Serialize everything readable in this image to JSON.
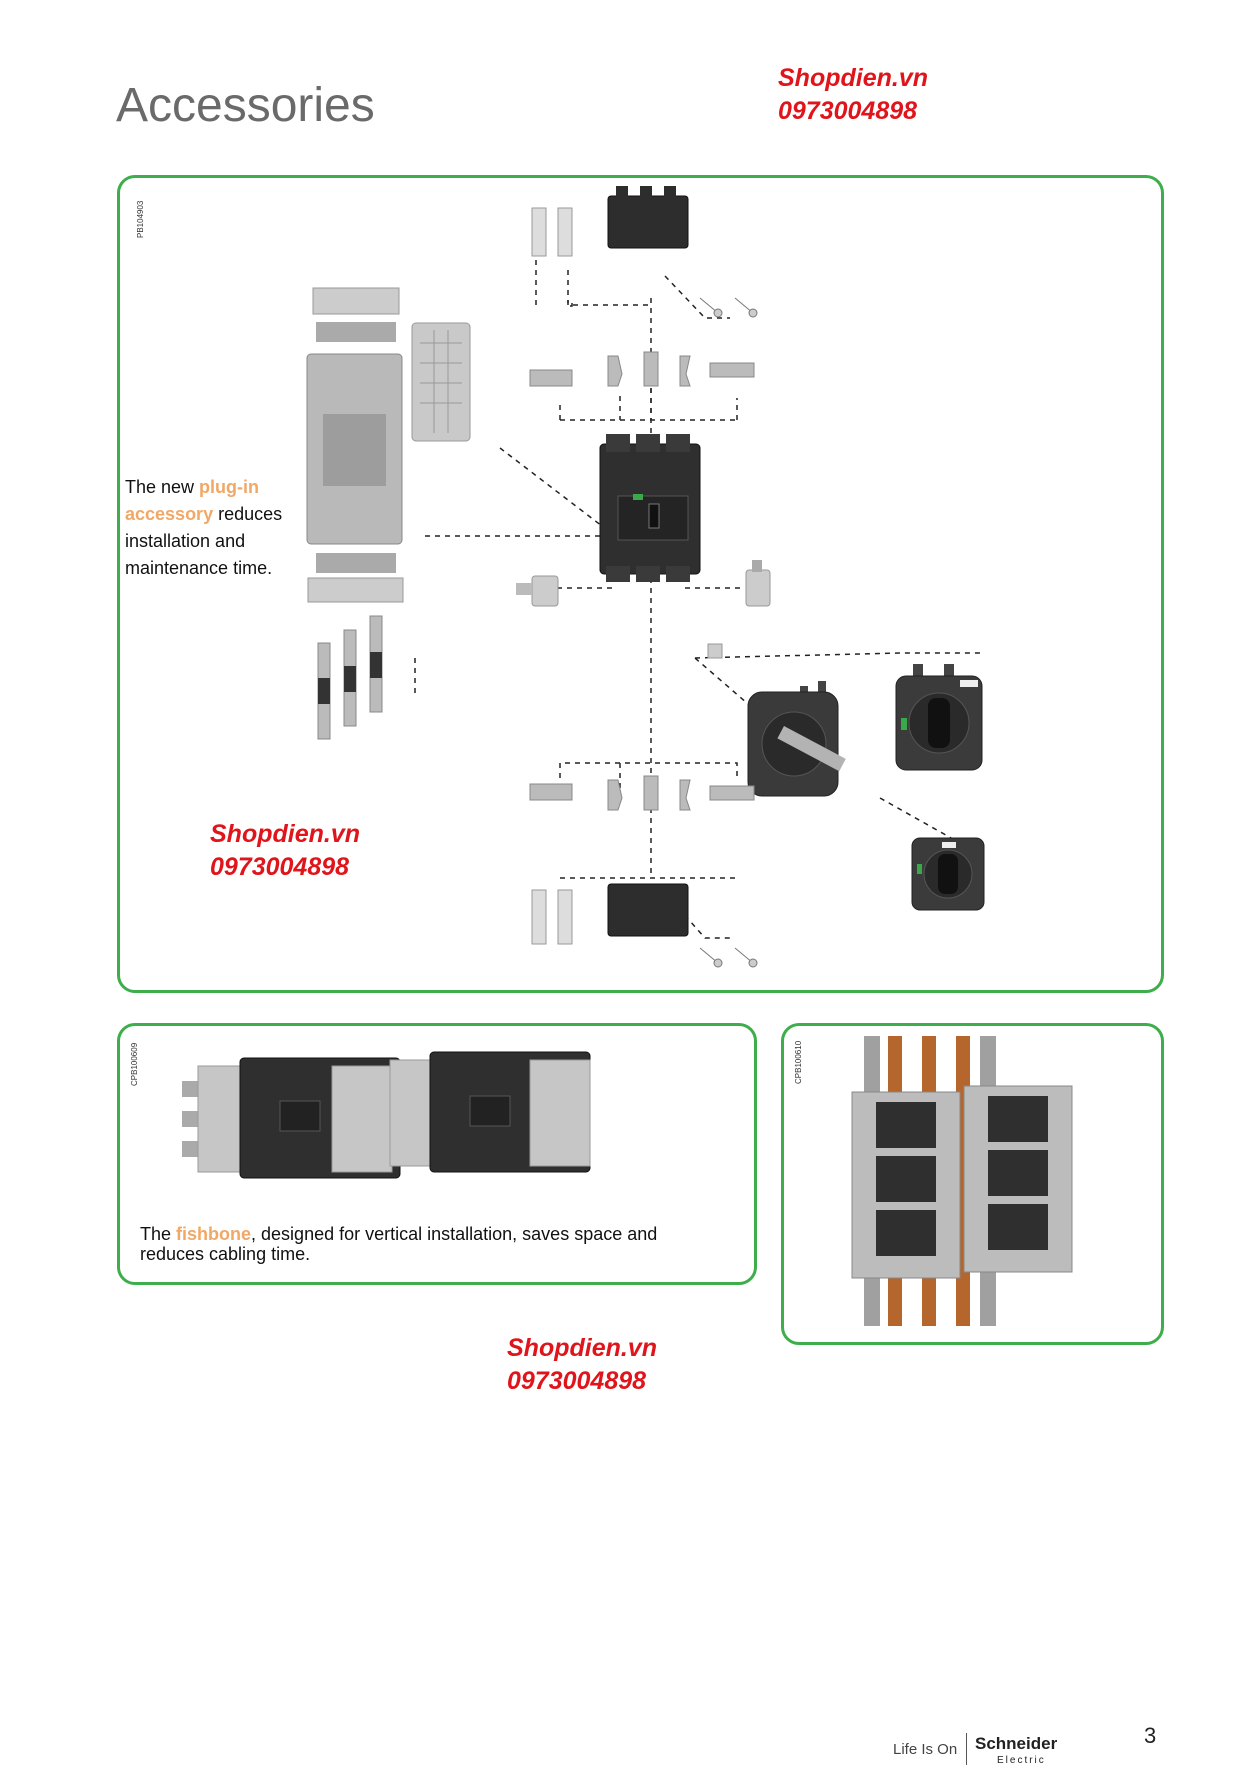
{
  "page": {
    "title": "Accessories",
    "page_number": "3"
  },
  "watermarks": [
    {
      "name": "Shopdien.vn",
      "phone": "0973004898"
    },
    {
      "name": "Shopdien.vn",
      "phone": "0973004898"
    },
    {
      "name": "Shopdien.vn",
      "phone": "0973004898"
    }
  ],
  "panel_main": {
    "code": "PB104903",
    "caption_prefix": "The new ",
    "caption_highlight": "plug-in accessory",
    "caption_suffix": " reduces installation and maintenance time."
  },
  "panel_fishbone": {
    "code": "CPB100609",
    "caption_prefix": "The ",
    "caption_highlight": "fishbone",
    "caption_suffix": ", designed for vertical installation, saves space and reduces cabling time."
  },
  "panel_busbar": {
    "code": "CPB100610"
  },
  "footer": {
    "tagline": "Life Is On",
    "brand": "Schneider",
    "brand_sub": "Electric"
  },
  "colors": {
    "panel_border": "#3dae4b",
    "highlight": "#f1a867",
    "watermark": "#e0141b"
  }
}
